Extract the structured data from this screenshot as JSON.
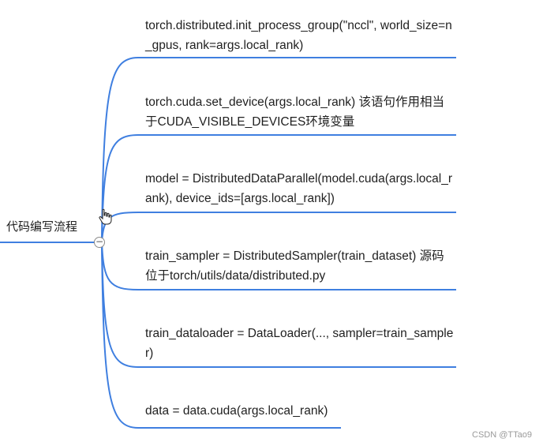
{
  "root": {
    "label": "代码编写流程"
  },
  "nodes": [
    {
      "text": "torch.distributed.init_process_group(\"nccl\", world_size=n_gpus, rank=args.local_rank)"
    },
    {
      "text": "torch.cuda.set_device(args.local_rank)  该语句作用相当于CUDA_VISIBLE_DEVICES环境变量"
    },
    {
      "text": "model = DistributedDataParallel(model.cuda(args.local_rank), device_ids=[args.local_rank])"
    },
    {
      "text": "train_sampler = DistributedSampler(train_dataset)  源码位于torch/utils/data/distributed.py"
    },
    {
      "text": "train_dataloader = DataLoader(..., sampler=train_sampler)"
    },
    {
      "text": "data = data.cuda(args.local_rank)"
    }
  ],
  "collapse_symbol": "−",
  "watermark": "CSDN @TTao9",
  "colors": {
    "branch": "#3f7fe0",
    "text": "#1f1f1f"
  },
  "icons": {
    "collapse": "minus-circle-icon",
    "cursor": "hand-pointer-icon"
  }
}
